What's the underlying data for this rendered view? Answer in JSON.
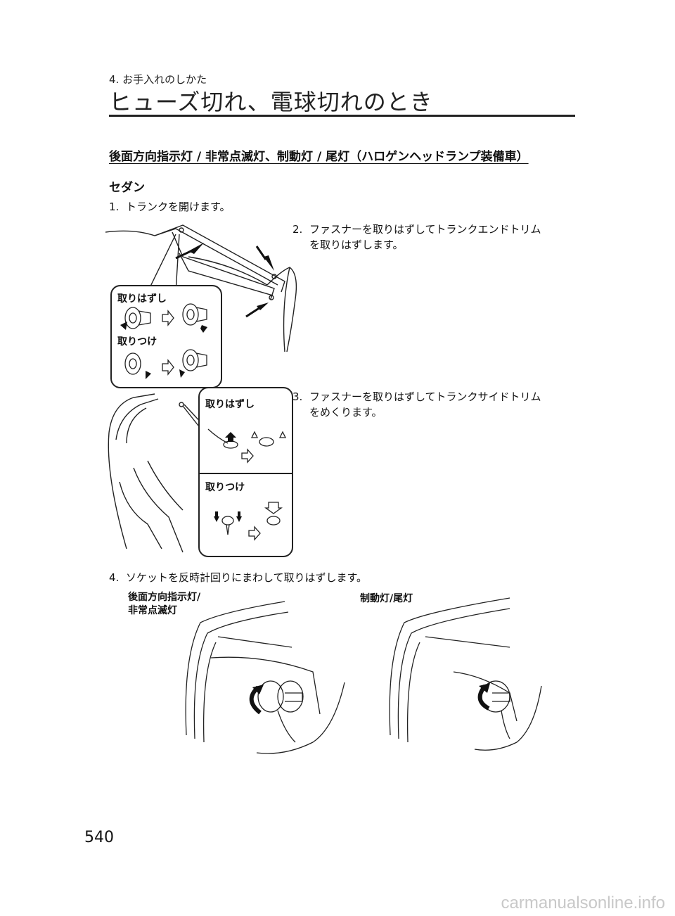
{
  "header": {
    "section": "4. お手入れのしかた",
    "title": "ヒューズ切れ、電球切れのとき"
  },
  "heading": "後面方向指示灯 / 非常点滅灯、制動灯 / 尾灯（ハロゲンヘッドランプ装備車）",
  "subheading": "セダン",
  "steps": [
    {
      "num": "1.",
      "text": "トランクを開けます。"
    },
    {
      "num": "2.",
      "line1": "ファスナーを取りはずしてトランクエンドトリム",
      "line2": "を取りはずします。"
    },
    {
      "num": "3.",
      "line1": "ファスナーを取りはずしてトランクサイドトリム",
      "line2": "をめくります。"
    },
    {
      "num": "4.",
      "text": "ソケットを反時計回りにまわして取りはずします。"
    }
  ],
  "figure1": {
    "remove_label": "取りはずし",
    "install_label": "取りつけ"
  },
  "figure2": {
    "remove_label": "取りはずし",
    "install_label": "取りつけ"
  },
  "figure3": {
    "left_label_line1": "後面方向指示灯/",
    "left_label_line2": "非常点滅灯",
    "right_label": "制動灯/尾灯"
  },
  "page_number": "540",
  "watermark": "carmanualsonline.info"
}
